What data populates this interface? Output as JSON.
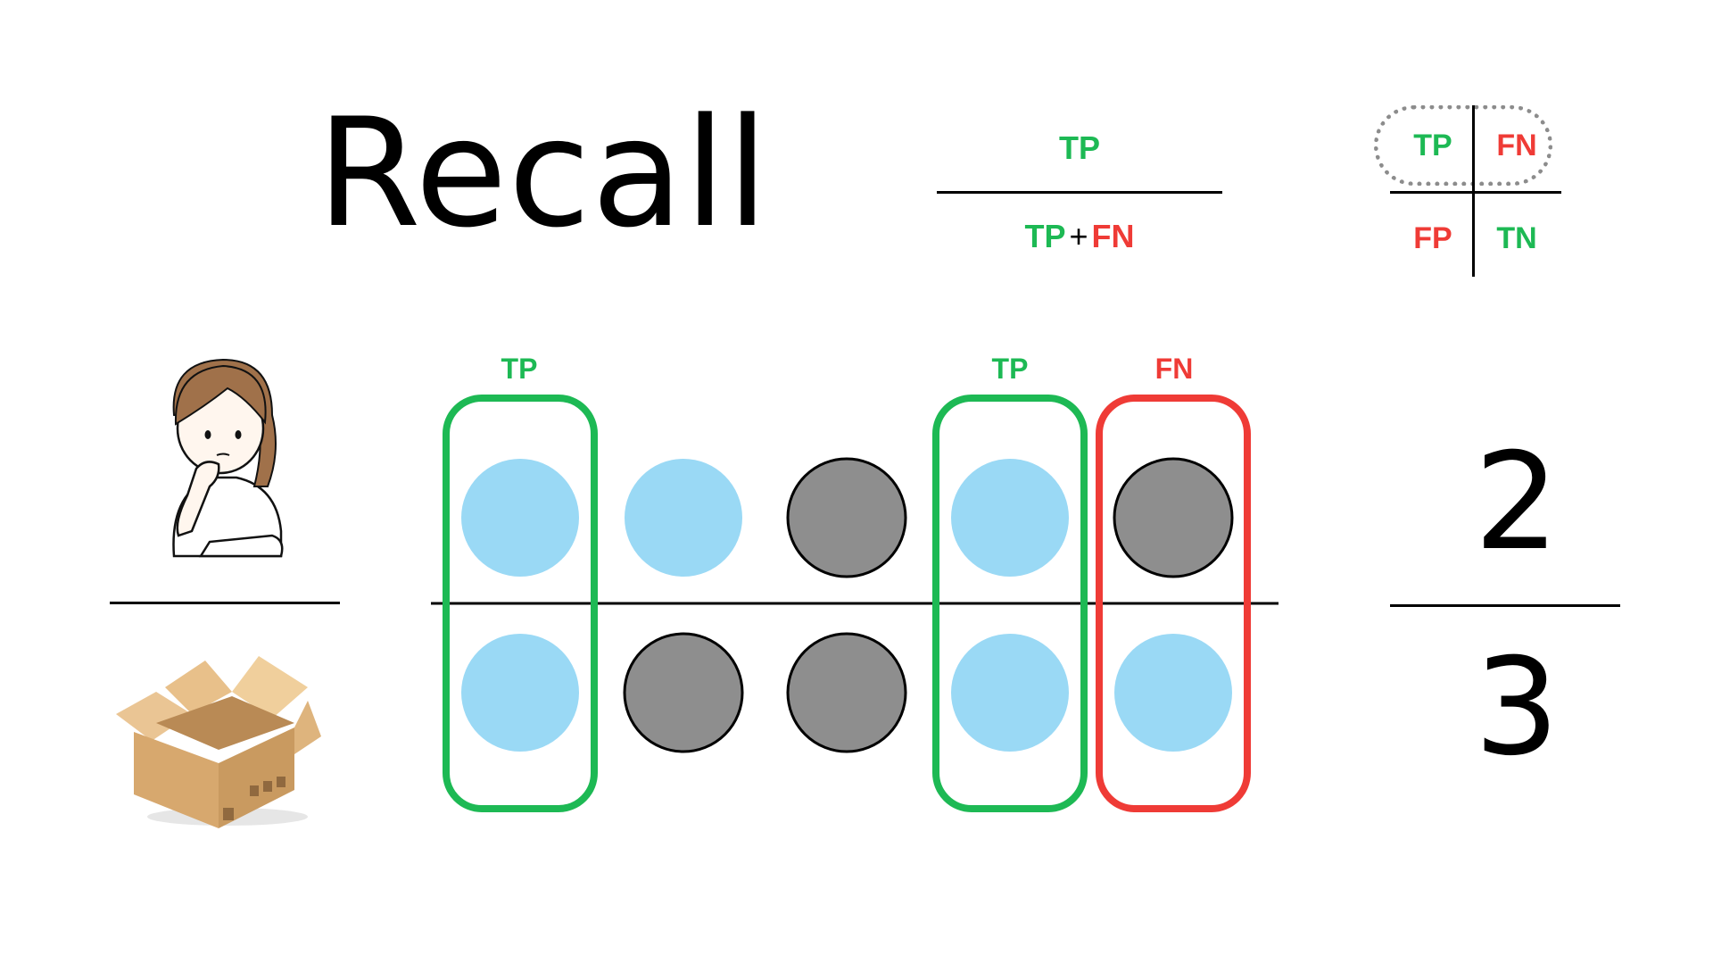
{
  "title": "Recall",
  "formula": {
    "numerator": "TP",
    "denominator_tp": "TP",
    "denominator_plus": "+",
    "denominator_fn": "FN"
  },
  "confusion_matrix": {
    "top_left": "TP",
    "top_right": "FN",
    "bottom_left": "FP",
    "bottom_right": "TN"
  },
  "columns": [
    {
      "label": "TP",
      "color": "#1db954",
      "top": "blue",
      "bottom": "blue"
    },
    {
      "label": "",
      "color": "",
      "top": "blue",
      "bottom": "gray"
    },
    {
      "label": "",
      "color": "",
      "top": "gray",
      "bottom": "gray"
    },
    {
      "label": "TP",
      "color": "#1db954",
      "top": "blue",
      "bottom": "blue"
    },
    {
      "label": "FN",
      "color": "#ef3b36",
      "top": "gray",
      "bottom": "blue"
    }
  ],
  "result": {
    "numerator": "2",
    "denominator": "3"
  },
  "colors": {
    "green": "#1db954",
    "red": "#ef3b36",
    "blue_circle": "#9ad9f5",
    "gray_circle": "#8e8e8e"
  },
  "icons": {
    "person": "thinking-person-icon",
    "box": "open-box-icon"
  }
}
